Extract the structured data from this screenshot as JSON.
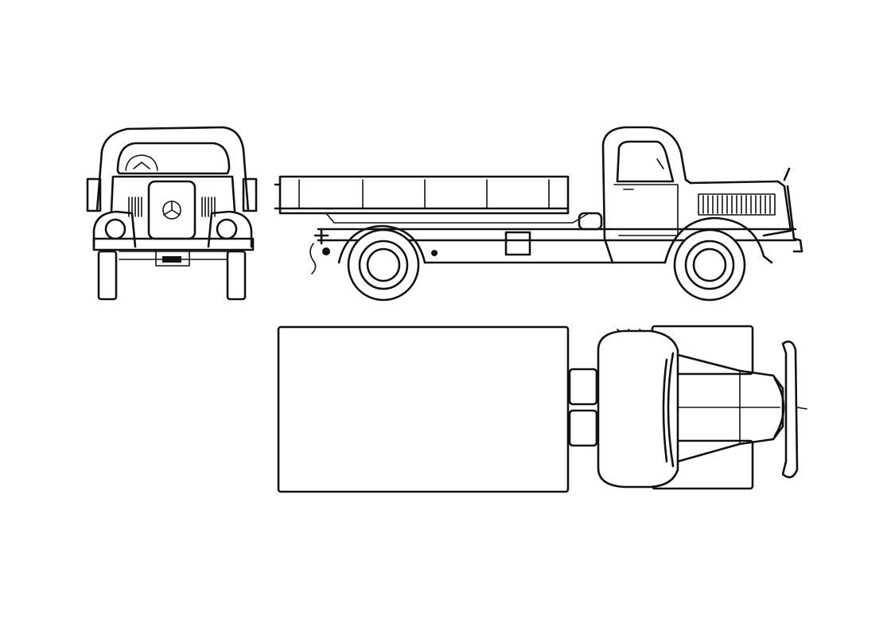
{
  "drawing": {
    "subject": "truck-blueprint",
    "colors": {
      "background": "#ffffff",
      "line": "#111111"
    },
    "views": [
      "front-view",
      "side-view",
      "top-view"
    ]
  }
}
